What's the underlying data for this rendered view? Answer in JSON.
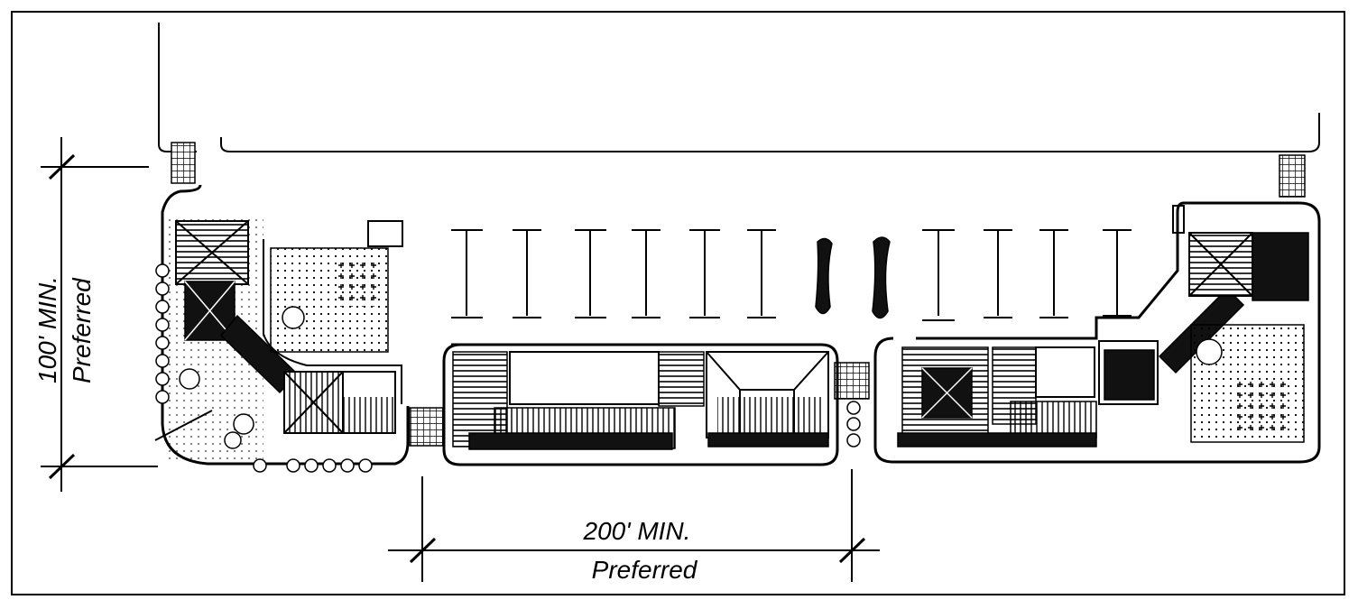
{
  "dimensions": {
    "vertical": {
      "line1": "100' MIN.",
      "line2": "Preferred"
    },
    "horizontal": {
      "line1": "200' MIN.",
      "line2": "Preferred"
    }
  },
  "colors": {
    "ink": "#000000",
    "paper": "#ffffff"
  }
}
